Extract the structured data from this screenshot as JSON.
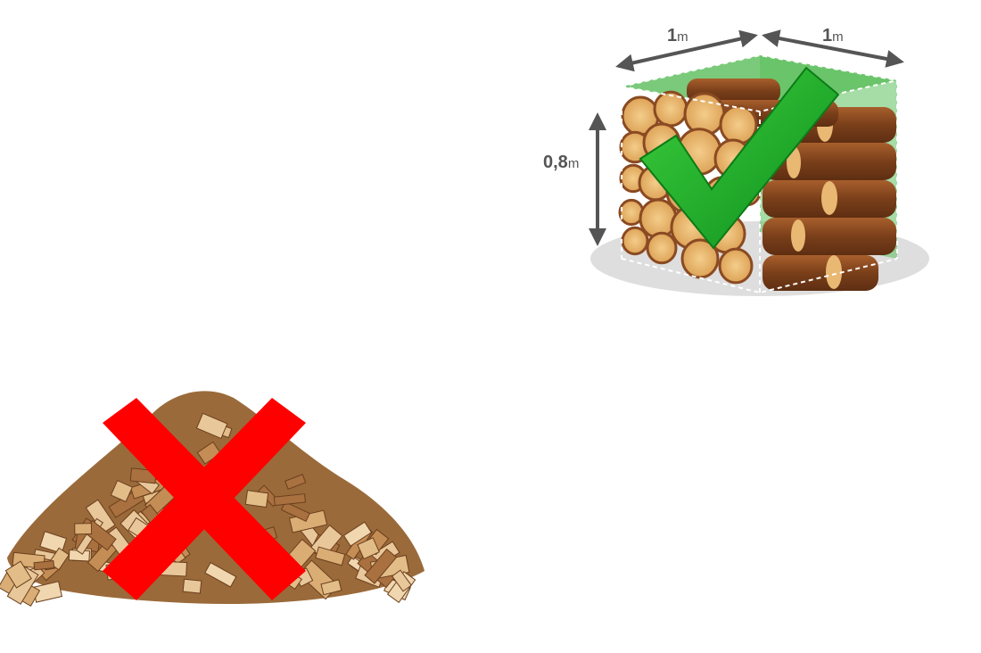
{
  "dimensions": {
    "width_a": {
      "value": "1",
      "unit": "m"
    },
    "width_b": {
      "value": "1",
      "unit": "m"
    },
    "height": {
      "value": "0,8",
      "unit": "m"
    }
  },
  "icons": {
    "correct": "check-icon",
    "incorrect": "cross-icon"
  },
  "colors": {
    "check": "#1db31d",
    "cross": "#ff0000",
    "box_fill": "#5cbf5c",
    "wood_end": "#e9b873",
    "wood_bark": "#8a4a22",
    "arrow": "#555555"
  }
}
